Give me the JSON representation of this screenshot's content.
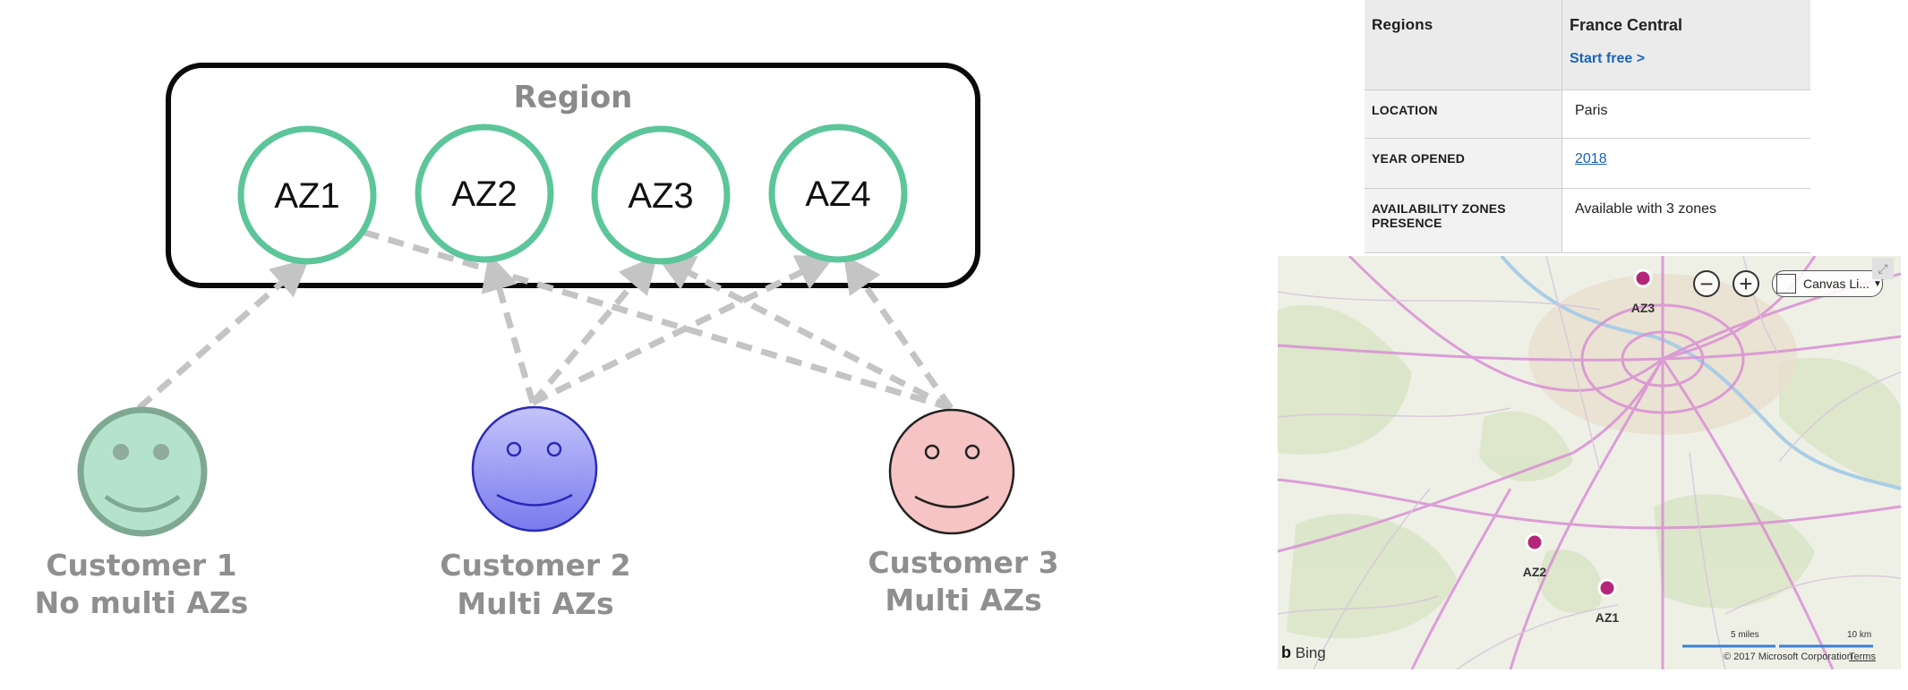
{
  "diagram": {
    "region_title": "Region",
    "zones": [
      "AZ1",
      "AZ2",
      "AZ3",
      "AZ4"
    ],
    "customers": [
      {
        "line1": "Customer 1",
        "line2": "No multi AZs"
      },
      {
        "line1": "Customer 2",
        "line2": "Multi AZs"
      },
      {
        "line1": "Customer 3",
        "line2": "Multi AZs"
      }
    ],
    "colors": {
      "zone_ring": "#5cc59a",
      "arrow": "#c4c4c4",
      "customer1_fill": "#b5e2cc",
      "customer1_stroke": "#7fa891",
      "customer2_fill": "#9c9cf4",
      "customer2_stroke": "#2a2ab8",
      "customer3_fill": "#f6c4c4",
      "customer3_stroke": "#222222"
    }
  },
  "table": {
    "header_label": "Regions",
    "header_value": "France Central",
    "start_free": "Start free >",
    "rows": [
      {
        "label": "LOCATION",
        "value": "Paris"
      },
      {
        "label": "YEAR OPENED",
        "value": "2018"
      },
      {
        "label": "AVAILABILITY ZONES PRESENCE",
        "value": "Available with 3 zones"
      }
    ]
  },
  "map": {
    "pins": [
      "AZ3",
      "AZ2",
      "AZ1"
    ],
    "pin_color": "#b5267a",
    "zoom_out_symbol": "−",
    "zoom_in_symbol": "+",
    "layer_label": "Canvas Li...",
    "fullscreen_symbol": "⤢",
    "bing_label": "Bing",
    "scale_miles": "5 miles",
    "scale_km": "10 km",
    "copyright": "© 2017 Microsoft Corporation",
    "terms": "Terms"
  }
}
